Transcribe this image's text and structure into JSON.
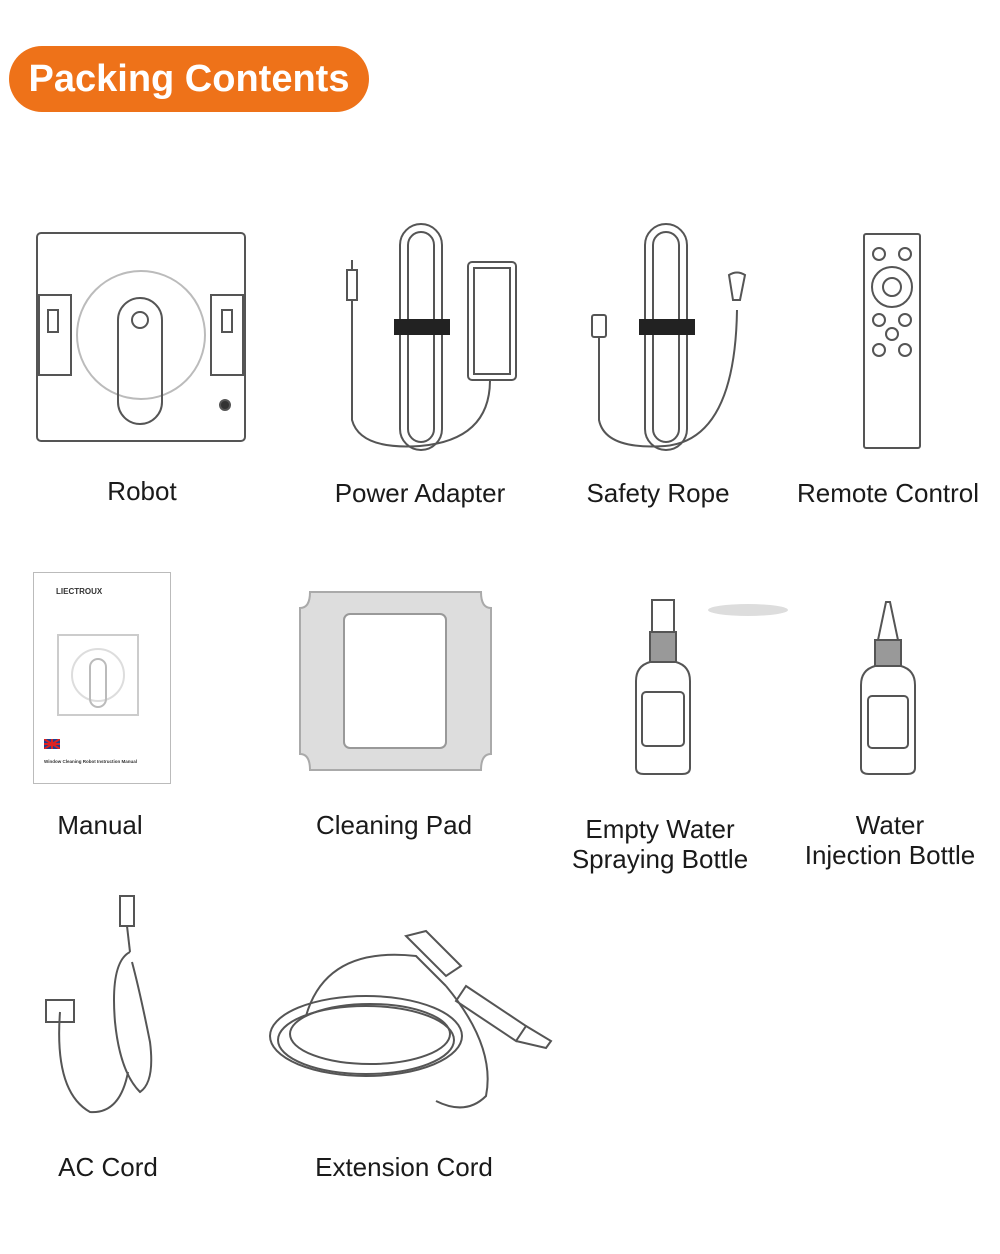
{
  "header": {
    "title": "Packing Contents",
    "accent_color": "#ee7219"
  },
  "items": [
    {
      "label": "Robot",
      "icon": "robot-icon"
    },
    {
      "label": "Power Adapter",
      "icon": "power-adapter-icon"
    },
    {
      "label": "Safety Rope",
      "icon": "safety-rope-icon"
    },
    {
      "label": "Remote Control",
      "icon": "remote-control-icon"
    },
    {
      "label": "Manual",
      "icon": "manual-icon"
    },
    {
      "label": "Cleaning Pad",
      "icon": "cleaning-pad-icon"
    },
    {
      "label_line1": "Empty Water",
      "label_line2": "Spraying Bottle",
      "icon": "spray-bottle-icon"
    },
    {
      "label_line1": "Water",
      "label_line2": "Injection Bottle",
      "icon": "injection-bottle-icon"
    },
    {
      "label": "AC Cord",
      "icon": "ac-cord-icon"
    },
    {
      "label": "Extension Cord",
      "icon": "extension-cord-icon"
    }
  ],
  "manual_cover": {
    "brand": "LIECTROUX",
    "title": "Window Cleaning Robot Instruction Manual"
  }
}
